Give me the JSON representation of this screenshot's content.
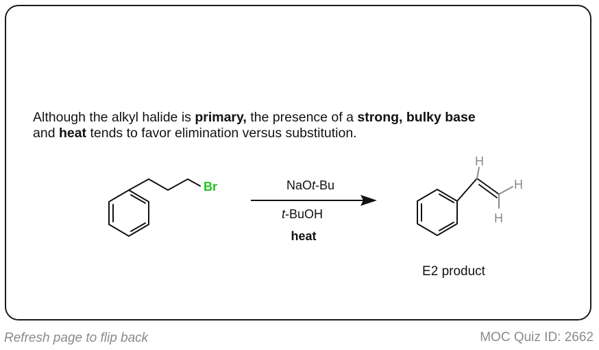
{
  "statement": {
    "p1": "Although the alkyl halide is ",
    "b1": "primary,",
    "p2": " the presence of a ",
    "b2": "strong, bulky base",
    "p3": " and ",
    "b3": "heat",
    "p4": " tends to favor elimination versus substitution."
  },
  "reactant": {
    "halogen": "Br"
  },
  "conditions": {
    "reagent_prefix": "NaO",
    "reagent_italic": "t",
    "reagent_suffix": "-Bu",
    "solvent_italic": "t",
    "solvent_suffix": "-BuOH",
    "temperature": "heat"
  },
  "product": {
    "h_top": "H",
    "h_right": "H",
    "h_bottom": "H",
    "label": "E2 product"
  },
  "colors": {
    "bromine": "#22c21e",
    "hydrogen": "#8a8a8a",
    "bond": "#111111"
  },
  "footer": {
    "left": "Refresh page to flip back",
    "right": "MOC Quiz ID: 2662"
  }
}
